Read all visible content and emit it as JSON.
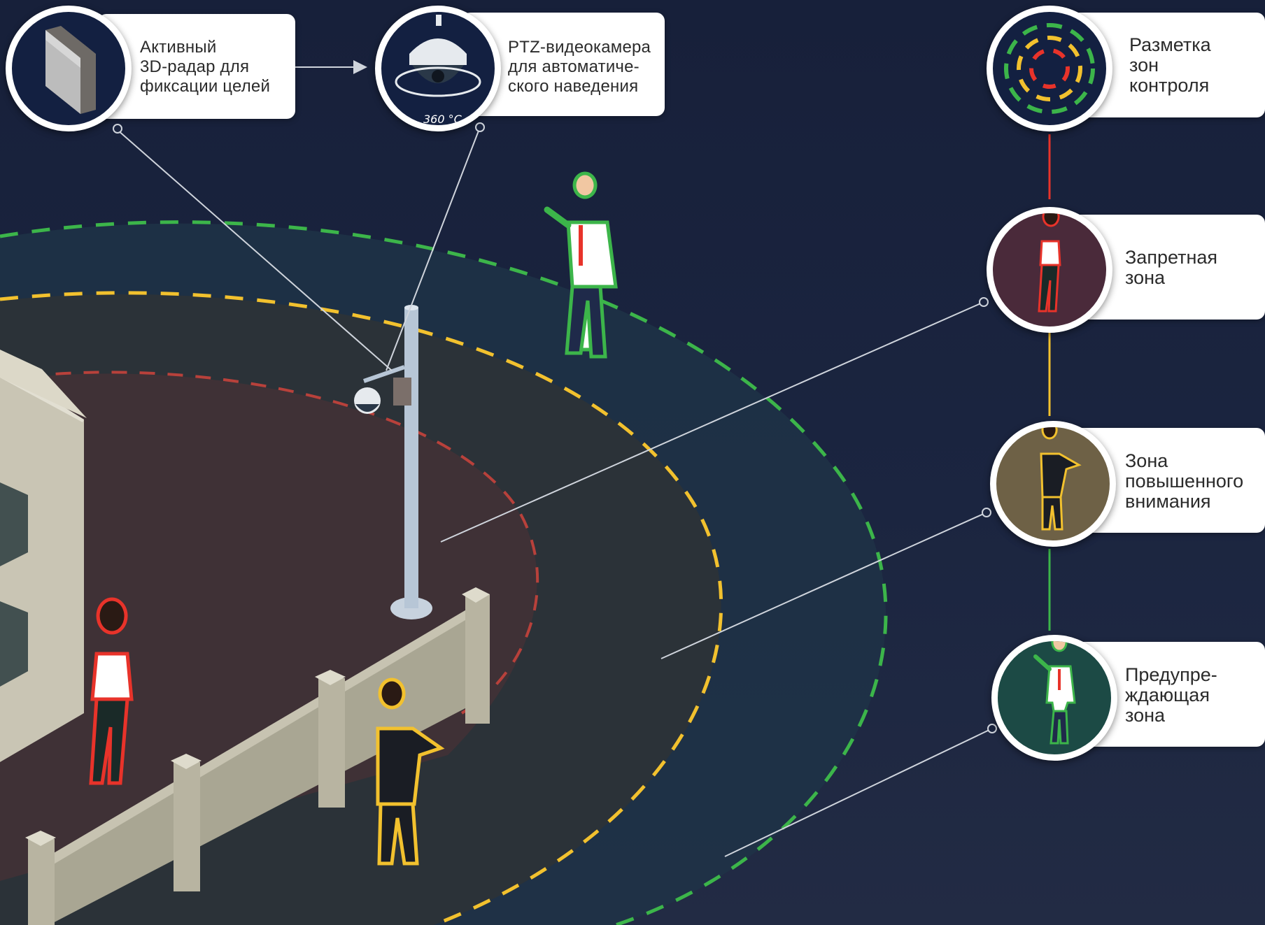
{
  "callouts": {
    "radar": {
      "label": "Активный\n3D-радар для\nфиксации целей",
      "icon": "radar-panel-icon"
    },
    "camera": {
      "label": "PTZ-видеокамера\nдля автоматиче-\nского наведения",
      "icon": "ptz-camera-icon",
      "rotation_caption": "360 °C"
    }
  },
  "legend": {
    "header": {
      "label": "Разметка\nзон\nконтроля",
      "icon": "zone-rings-icon"
    },
    "items": [
      {
        "label": "Запретная\nзона",
        "icon": "woman-red-outline-icon",
        "color": "#e8332a",
        "badge_bg": "#4a2a3a"
      },
      {
        "label": "Зона\nповышенного\nвнимания",
        "icon": "man-yellow-outline-icon",
        "color": "#f2c12e",
        "badge_bg": "#6e6146"
      },
      {
        "label": "Предупре-\nждающая\nзона",
        "icon": "man-green-outline-icon",
        "color": "#3cb54a",
        "badge_bg": "#1c4a45"
      }
    ]
  },
  "colors": {
    "background": "#17203a",
    "restricted": "#e8332a",
    "attention": "#f2c12e",
    "warning": "#3cb54a",
    "leader_line": "#cfd4dc"
  }
}
